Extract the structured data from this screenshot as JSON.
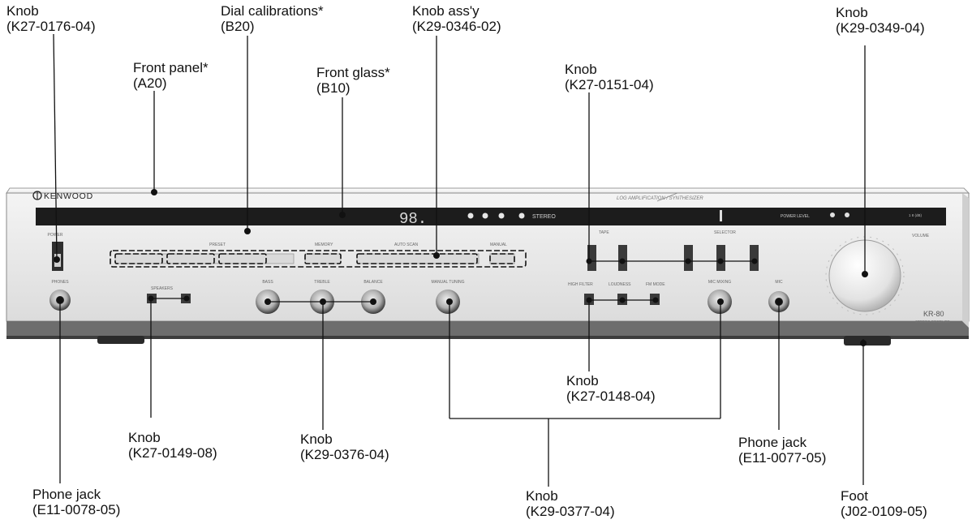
{
  "brand": "KENWOOD",
  "display": {
    "frequency": "98.",
    "stereo": "STEREO",
    "system_text": "LOG AMPLIFICATION / SYNTHESIZER",
    "power_level": "POWER LEVEL",
    "power_level_scale": "1 8 (dB)"
  },
  "panel_text": {
    "power": "POWER",
    "phones": "PHONES",
    "speakers": "SPEAKERS",
    "bass": "BASS",
    "treble": "TREBLE",
    "balance": "BALANCE",
    "manual_tuning": "MANUAL TUNING",
    "preset": "PRESET",
    "memory": "MEMORY",
    "auto_scan": "AUTO SCAN",
    "manual": "MANUAL",
    "tape": "TAPE",
    "selector": "SELECTOR",
    "high_filter": "HIGH FILTER",
    "loudness": "LOUDNESS",
    "fm_mode": "FM MODE",
    "mic_mixing": "MIC MIXING",
    "mic": "MIC",
    "volume": "VOLUME",
    "model": "KR-80",
    "model_sub": "STEREO RECEIVER"
  },
  "labels": [
    {
      "id": "knob-k27-0176",
      "name": "Knob",
      "code": "(K27-0176-04)"
    },
    {
      "id": "dial-calibrations",
      "name": "Dial calibrations*",
      "code": "(B20)"
    },
    {
      "id": "knob-assy",
      "name": "Knob ass'y",
      "code": "(K29-0346-02)"
    },
    {
      "id": "knob-k29-0349",
      "name": "Knob",
      "code": "(K29-0349-04)"
    },
    {
      "id": "front-panel",
      "name": "Front panel*",
      "code": "(A20)"
    },
    {
      "id": "front-glass",
      "name": "Front glass*",
      "code": "(B10)"
    },
    {
      "id": "knob-k27-0151",
      "name": "Knob",
      "code": "(K27-0151-04)"
    },
    {
      "id": "knob-k27-0148",
      "name": "Knob",
      "code": "(K27-0148-04)"
    },
    {
      "id": "knob-k27-0149",
      "name": "Knob",
      "code": "(K27-0149-08)"
    },
    {
      "id": "knob-k29-0376",
      "name": "Knob",
      "code": "(K29-0376-04)"
    },
    {
      "id": "phone-jack-e11-0077",
      "name": "Phone jack",
      "code": "(E11-0077-05)"
    },
    {
      "id": "phone-jack-e11-0078",
      "name": "Phone jack",
      "code": "(E11-0078-05)"
    },
    {
      "id": "knob-k29-0377",
      "name": "Knob",
      "code": "(K29-0377-04)"
    },
    {
      "id": "foot",
      "name": "Foot",
      "code": "(J02-0109-05)"
    }
  ]
}
